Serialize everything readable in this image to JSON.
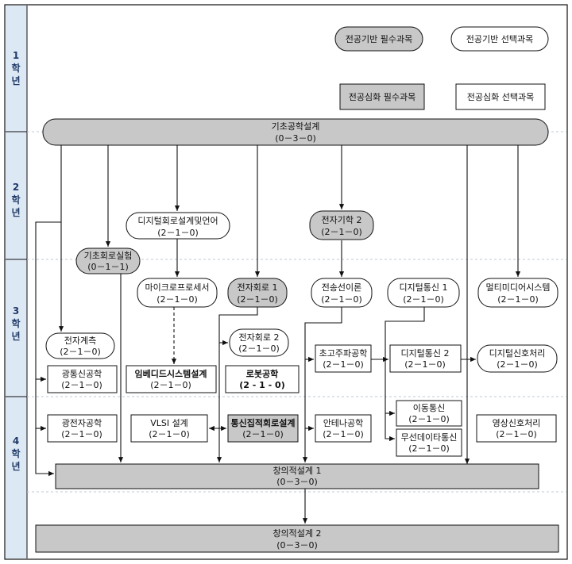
{
  "legend": {
    "core_required": "전공기반 필수과목",
    "core_elective": "전공기반 선택과목",
    "advanced_required": "전공심화 필수과목",
    "advanced_elective": "전공심화 선택과목"
  },
  "years": [
    {
      "chars": [
        "1",
        "학",
        "년"
      ]
    },
    {
      "chars": [
        "2",
        "학",
        "년"
      ]
    },
    {
      "chars": [
        "3",
        "학",
        "년"
      ]
    },
    {
      "chars": [
        "4",
        "학",
        "년"
      ]
    }
  ],
  "courses": {
    "c_kichogonghak": {
      "name": "기초공학설계",
      "credits": "(0－3－0)"
    },
    "c_digital_lang": {
      "name": "디지털회로설계및언어",
      "credits": "(2－1－0)"
    },
    "c_em2": {
      "name": "전자기학 2",
      "credits": "(2－1－0)"
    },
    "c_basic_lab": {
      "name": "기초회로실험",
      "credits": "(0－1－1)"
    },
    "c_micro": {
      "name": "마이크로프로세서",
      "credits": "(2－1－0)"
    },
    "c_circuit1": {
      "name": "전자회로 1",
      "credits": "(2－1－0)"
    },
    "c_tline": {
      "name": "전송선이론",
      "credits": "(2－1－0)"
    },
    "c_dcomm1": {
      "name": "디지털통신 1",
      "credits": "(2－1－0)"
    },
    "c_multimedia": {
      "name": "멀티미디어시스템",
      "credits": "(2－1－0)"
    },
    "c_measure": {
      "name": "전자계측",
      "credits": "(2－1－0)"
    },
    "c_circuit2": {
      "name": "전자회로 2",
      "credits": "(2－1－0)"
    },
    "c_microwave": {
      "name": "초고주파공학",
      "credits": "(2－1－0)"
    },
    "c_dcomm2": {
      "name": "디지털통신 2",
      "credits": "(2－1－0)"
    },
    "c_dsp": {
      "name": "디지털신호처리",
      "credits": "(2－1－0)"
    },
    "c_optcomm": {
      "name": "광통신공학",
      "credits": "(2－1－0)"
    },
    "c_embedded": {
      "name": "임베디드시스템설계",
      "credits": "(2－1－0)"
    },
    "c_robot": {
      "name": "로봇공학",
      "credits": "(2 - 1 - 0)"
    },
    "c_optoelec": {
      "name": "광전자공학",
      "credits": "(2－1－0)"
    },
    "c_vlsi": {
      "name": "VLSI 설계",
      "credits": "(2－1－0)"
    },
    "c_commic": {
      "name": "통신집적회로설계",
      "credits": "(2－1－0)"
    },
    "c_antenna": {
      "name": "안테나공학",
      "credits": "(2－1－0)"
    },
    "c_mobile": {
      "name": "이동통신",
      "credits": "(2－1－0)"
    },
    "c_wireless": {
      "name": "무선데이타통신",
      "credits": "(2－1－0)"
    },
    "c_image": {
      "name": "영상신호처리",
      "credits": "(2－1－0)"
    },
    "c_capstone1": {
      "name": "창의적설계 1",
      "credits": "(0－3－0)"
    },
    "c_capstone2": {
      "name": "창의적설계 2",
      "credits": "(0－3－0)"
    }
  },
  "colors": {
    "gray_fill": "#c8c8c8",
    "outline": "#111111",
    "year_band": "#dde8f5",
    "year_text": "#1f3a66"
  }
}
